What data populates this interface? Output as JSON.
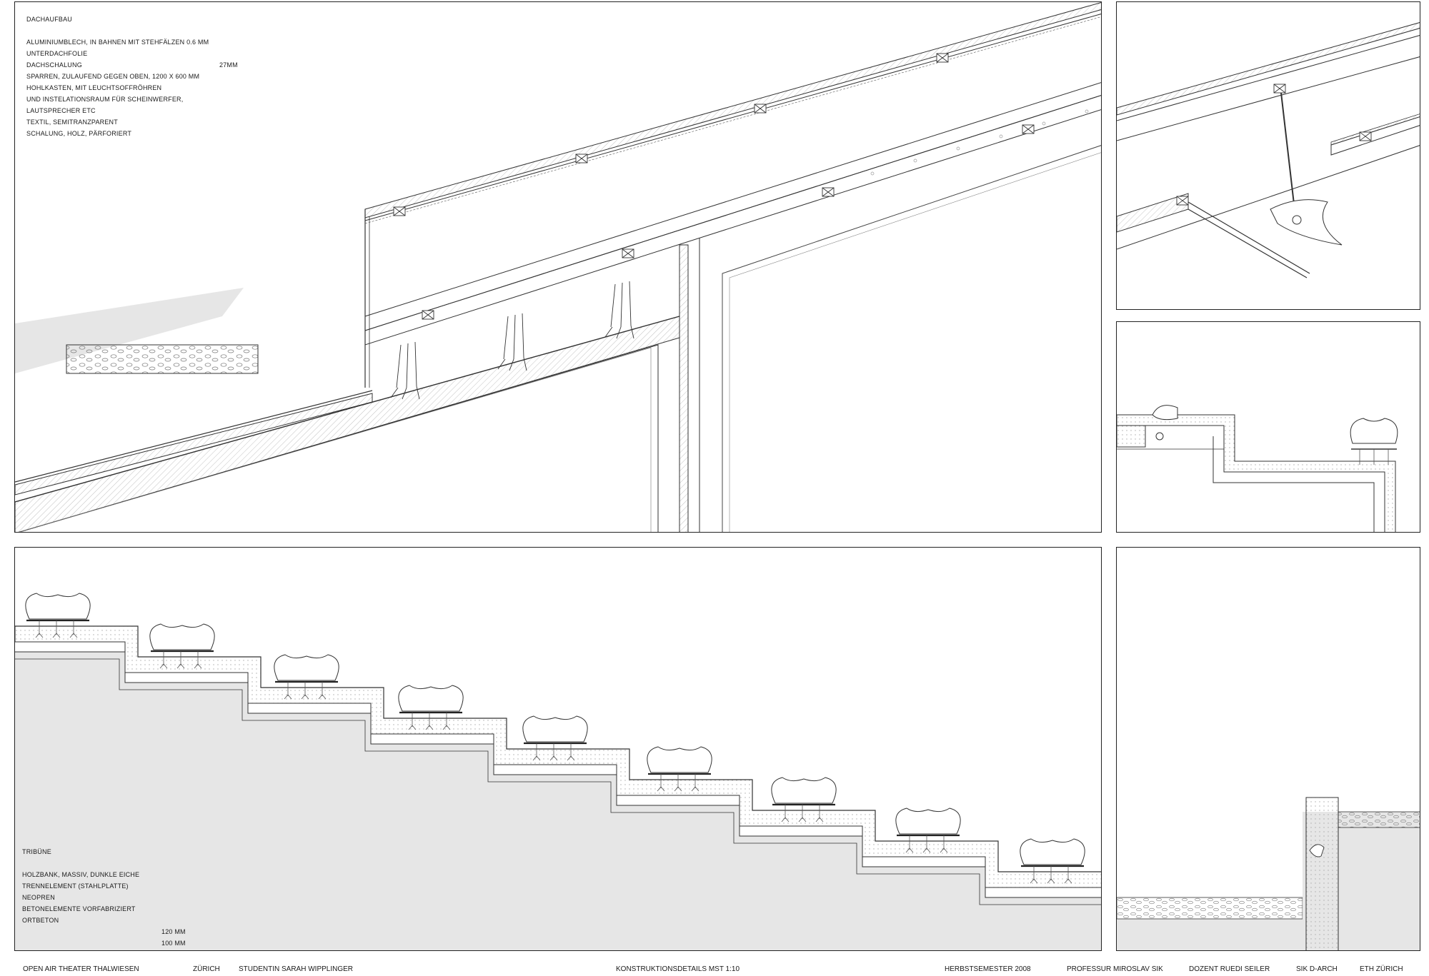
{
  "panels": {
    "roof": {
      "title": "DACHAUFBAU",
      "lines": [
        "ALUMINIUMBLECH, IN BAHNEN MIT STEHFÄLZEN 0.6 MM",
        "UNTERDACHFOLIE",
        "DACHSCHALUNG",
        "SPARREN, ZULAUFEND GEGEN OBEN,   1200 X 600 MM",
        "HOHLKASTEN, MIT LEUCHTSOFFRÖHREN",
        "UND INSTELATIONSRAUM FÜR SCHEINWERFER,",
        "LAUTSPRECHER ETC",
        "TEXTIL, SEMITRANZPARENT",
        "SCHALUNG, HOLZ, PÄRFORIERT"
      ],
      "dimension": "27MM"
    },
    "tribune": {
      "title": "TRIBÜNE",
      "lines": [
        "HOLZBANK, MASSIV, DUNKLE EICHE",
        "TRENNELEMENT (STAHLPLATTE)",
        "NEOPREN",
        "BETONELEMENTE VORFABRIZIERT",
        "ORTBETON"
      ],
      "dimensions": [
        "120 MM",
        "100 MM"
      ]
    }
  },
  "footer": {
    "project": "OPEN   AIR   THEATER   THALWIESEN",
    "city": "ZÜRICH",
    "student": "STUDENTIN  SARAH WIPPLINGER",
    "title": "KONSTRUKTIONSDETAILS MST 1:10",
    "semester": "HERBSTSEMESTER 2008",
    "professor": "PROFESSUR MIROSLAV SIK",
    "lecturer": "DOZENT RUEDI SEILER",
    "chair": "SIK D-ARCH",
    "school": "ETH  ZÜRICH"
  }
}
